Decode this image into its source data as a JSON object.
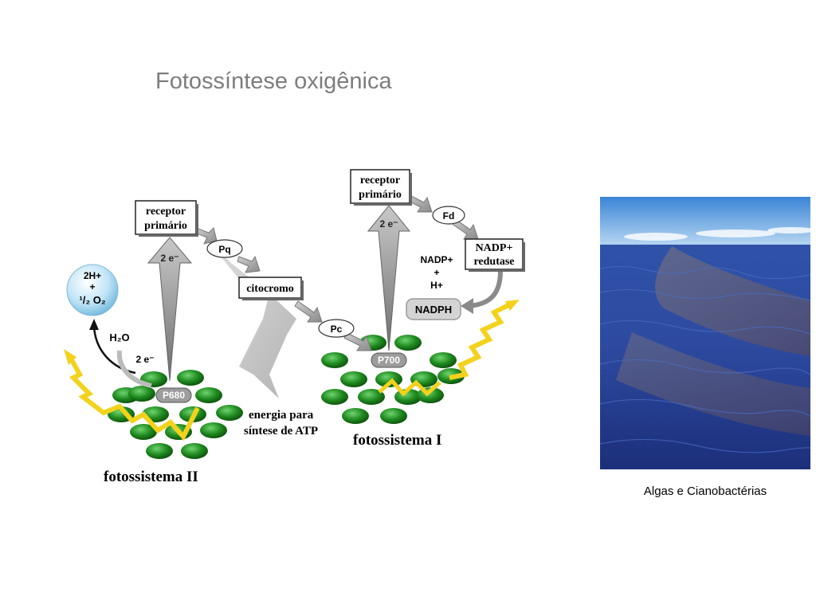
{
  "slide": {
    "title": "Fotossíntese oxigênica"
  },
  "diagram": {
    "photosystem_ii": {
      "label": "fotossistema II",
      "reaction_center": "P680",
      "receptor": [
        "receptor",
        "primário"
      ],
      "electrons_up": "2 e⁻",
      "electrons_in": "2 e⁻",
      "water": "H₂O",
      "oxygen_products": [
        "2H+",
        "+",
        "¹/₂ O₂"
      ]
    },
    "transport_chain": {
      "pq": "Pq",
      "cytochrome": "citocromo",
      "pc": "Pc",
      "atp_note": [
        "energia para",
        "síntese de ATP"
      ]
    },
    "photosystem_i": {
      "label": "fotossistema I",
      "reaction_center": "P700",
      "receptor": [
        "receptor",
        "primário"
      ],
      "electrons_up": "2 e⁻",
      "fd": "Fd",
      "reductase": [
        "NADP+",
        "redutase"
      ],
      "inputs": [
        "NADP+",
        "+",
        "H+"
      ],
      "product": "NADPH"
    },
    "colors": {
      "antenna_green": "#1f8a1f",
      "light_yellow": "#f2d21c",
      "arrow_gray": "#a0a0a0"
    }
  },
  "photo": {
    "caption": "Algas e Cianobactérias"
  }
}
